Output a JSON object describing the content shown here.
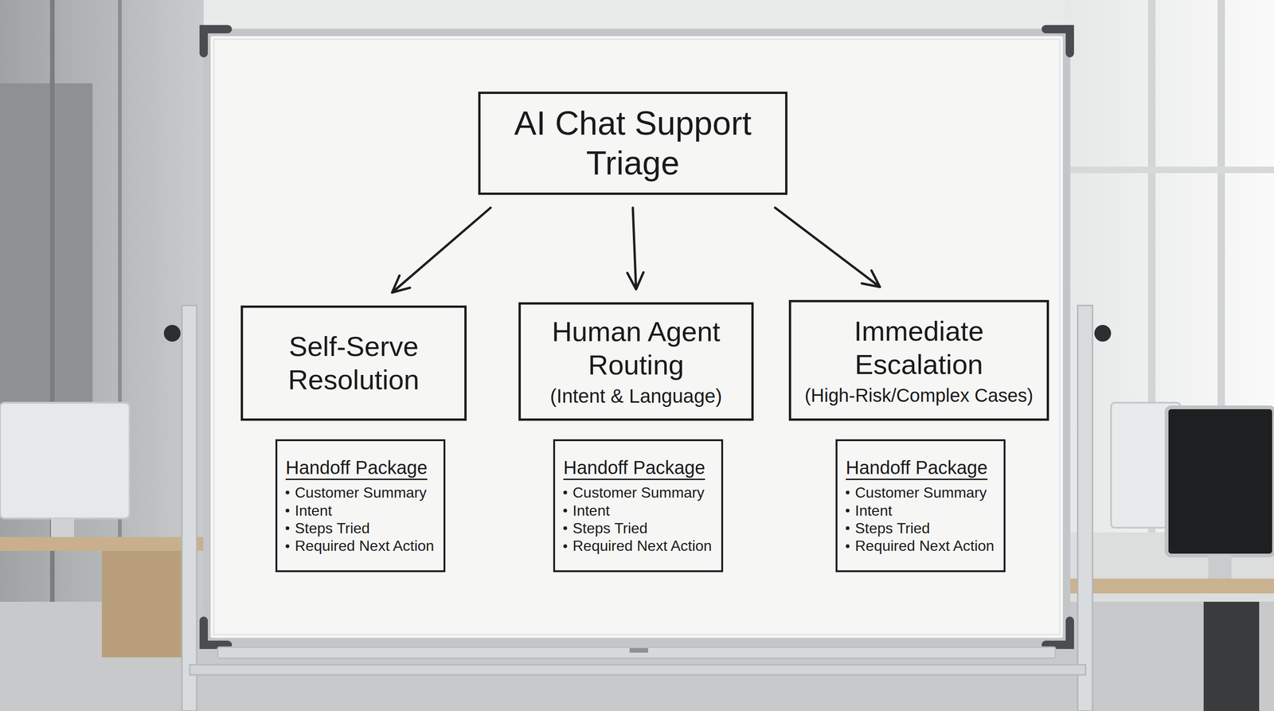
{
  "diagram": {
    "nodes": [
      {
        "text": [
          "AI Chat Support Triage"
        ]
      },
      {
        "text": [
          "Self-Serve Resolution"
        ]
      },
      {
        "text": [
          "Human Agent Routing",
          "(Intent & Language)"
        ]
      },
      {
        "text": [
          "Immediate Escalation",
          "(High-Risk/Complex Cases)"
        ]
      },
      {
        "text": [
          "Handoff Package",
          "Customer Summary",
          "Intent",
          "Steps Tried",
          "Required Next Action"
        ]
      },
      {
        "text": [
          "Handoff Package",
          "Customer Summary",
          "Intent",
          "Steps Tried",
          "Required Next Action"
        ]
      },
      {
        "text": [
          "Handoff Package",
          "Customer Summary",
          "Intent",
          "Steps Tried",
          "Required Next Action"
        ]
      }
    ],
    "edges": [
      {
        "from": 0,
        "to": 1,
        "arrow": "to"
      },
      {
        "from": 0,
        "to": 2,
        "arrow": "to"
      },
      {
        "from": 0,
        "to": 3,
        "arrow": "to"
      }
    ]
  }
}
